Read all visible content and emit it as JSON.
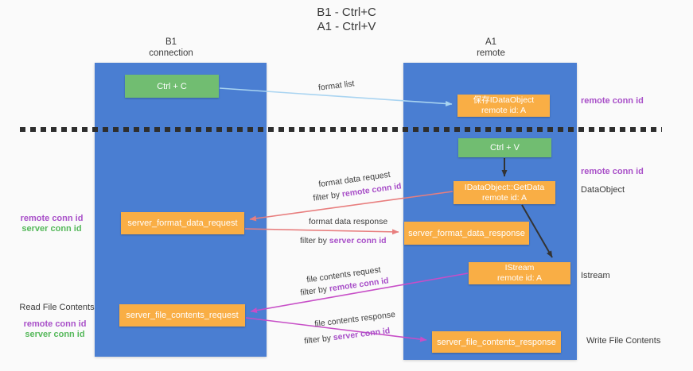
{
  "title": {
    "line1": "B1 - Ctrl+C",
    "line2": "A1 - Ctrl+V"
  },
  "columns": {
    "left": {
      "title": "B1",
      "subtitle": "connection"
    },
    "right": {
      "title": "A1",
      "subtitle": "remote"
    }
  },
  "nodes": {
    "ctrl_c": {
      "label": "Ctrl + C"
    },
    "ctrl_v": {
      "label": "Ctrl + V"
    },
    "save_idataobject": {
      "line1": "保存IDataObject",
      "line2": "remote id: A"
    },
    "idataobject_getdata": {
      "line1": "IDataObject::GetData",
      "line2": "remote id: A"
    },
    "istream": {
      "line1": "IStream",
      "line2": "remote id: A"
    },
    "server_format_data_request": {
      "label": "server_format_data_request"
    },
    "server_format_data_response": {
      "label": "server_format_data_response"
    },
    "server_file_contents_request": {
      "label": "server_file_contents_request"
    },
    "server_file_contents_response": {
      "label": "server_file_contents_response"
    }
  },
  "side_labels": {
    "right_remote_conn_id_top": "remote conn id",
    "right_remote_conn_id_mid": "remote conn id",
    "dataobject": "DataObject",
    "istream": "Istream",
    "write_file_contents": "Write File Contents",
    "left_remote_conn_id_mid": "remote conn id",
    "left_server_conn_id_mid": "server conn id",
    "read_file_contents": "Read File Contents",
    "left_remote_conn_id_bottom": "remote conn id",
    "left_server_conn_id_bottom": "server conn id"
  },
  "flow_labels": {
    "format_list": "format list",
    "format_data_request": "format data request",
    "format_data_response": "format data response",
    "file_contents_request": "file contents request",
    "file_contents_response": "file contents response",
    "filter_by": "filter by",
    "remote_conn_id": "remote conn id",
    "server_conn_id": "server conn id"
  },
  "colors": {
    "column_blue": "#4a7ed2",
    "node_green": "#71bd71",
    "node_orange": "#f9ae45",
    "purple_text": "#a84fc8",
    "green_text": "#55b85a",
    "salmon_arrow": "#e87e7e",
    "magenta_arrow": "#c74ec7",
    "lightblue_arrow": "#a9d4f1",
    "black_arrow": "#333333",
    "background": "#fafafa"
  }
}
